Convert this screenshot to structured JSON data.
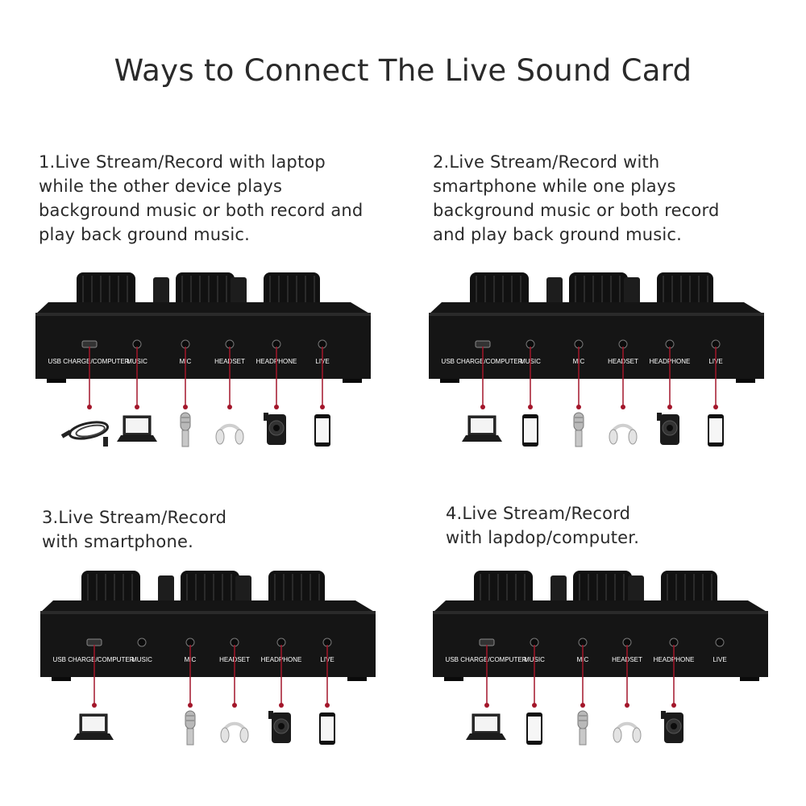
{
  "title": "Ways to Connect The Live Sound Card",
  "port_labels": [
    "USB CHARGE/COMPUTER",
    "MUSIC",
    "MIC",
    "HEADSET",
    "HEADPHONE",
    "LIVE"
  ],
  "colors": {
    "connector": "#a3162a",
    "device_body": "#151515",
    "text": "#2a2a2a"
  },
  "sections": [
    {
      "caption": "1.Live Stream/Record with laptop\nwhile the other device plays\nbackground music or both record and\nplay back ground music.",
      "devices": [
        "usb-cable-icon",
        "laptop-icon",
        "microphone-icon",
        "headset-icon",
        "speaker-icon",
        "smartphone-icon"
      ]
    },
    {
      "caption": "2.Live Stream/Record with\nsmartphone while one plays\nbackground music or both record\nand play back ground music.",
      "devices": [
        "laptop-icon",
        "smartphone-icon",
        "microphone-icon",
        "headset-icon",
        "speaker-icon",
        "smartphone-icon"
      ]
    },
    {
      "caption": "3.Live Stream/Record\nwith smartphone.",
      "devices": [
        "laptop-icon",
        null,
        "microphone-icon",
        "headset-icon",
        "speaker-icon",
        "smartphone-icon"
      ]
    },
    {
      "caption": "4.Live Stream/Record\nwith lapdop/computer.",
      "devices": [
        "laptop-icon",
        "smartphone-icon",
        "microphone-icon",
        "headset-icon",
        "speaker-icon",
        null
      ]
    }
  ]
}
